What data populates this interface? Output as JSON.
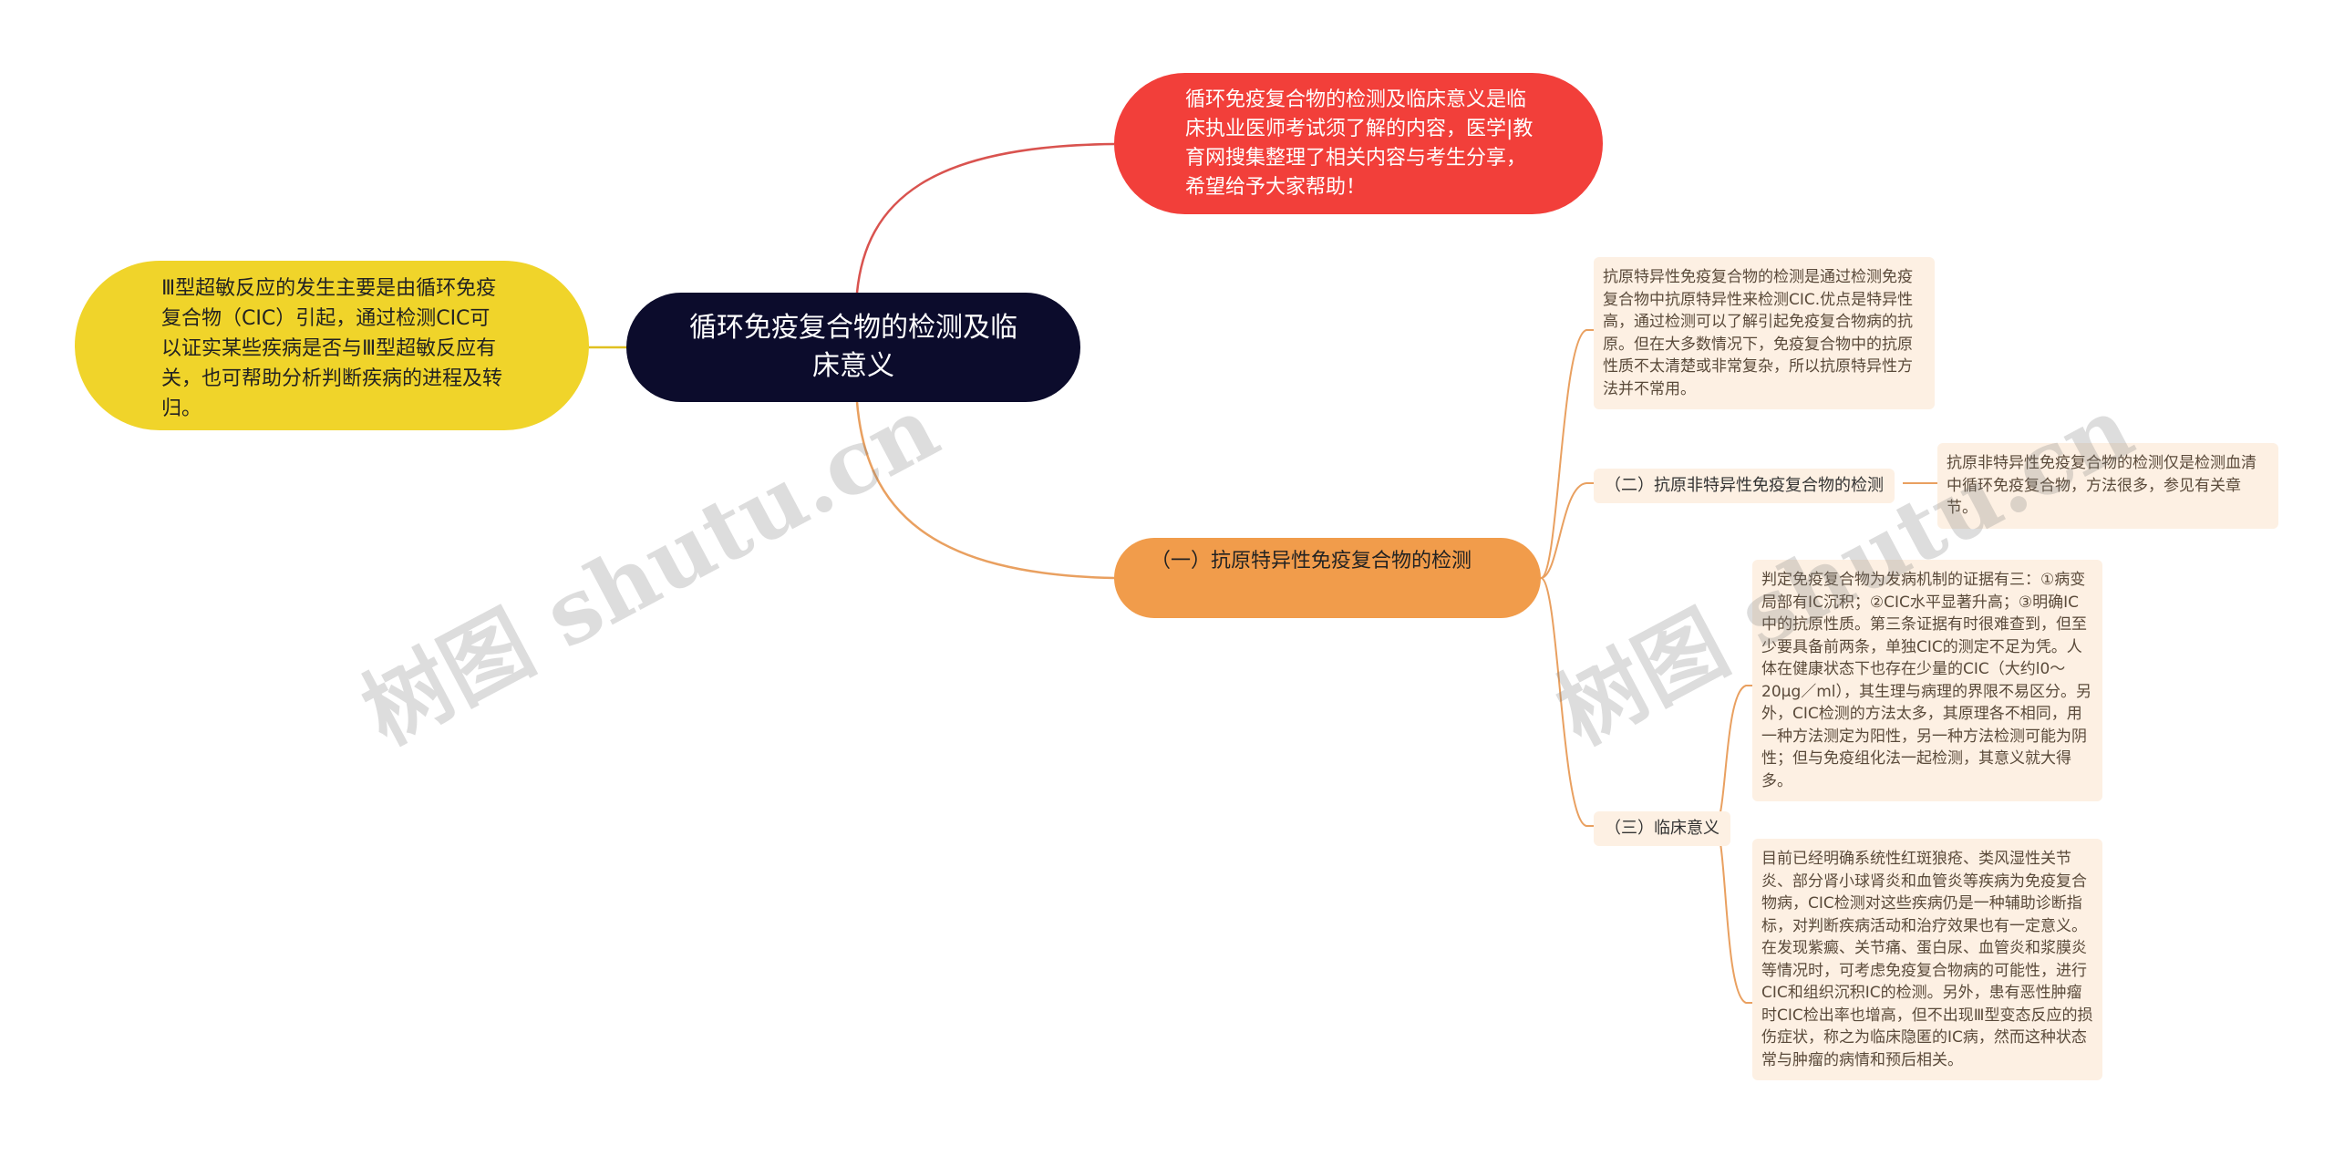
{
  "central": {
    "text": "循环免疫复合物的检测及临床意义"
  },
  "intro": {
    "text": "循环免疫复合物的检测及临床意义是临床执业医师考试须了解的内容，医学|教育网搜集整理了相关内容与考生分享，希望给予大家帮助！"
  },
  "left_note": {
    "text": "Ⅲ型超敏反应的发生主要是由循环免疫复合物（CIC）引起，通过检测CIC可以证实某些疾病是否与Ⅲ型超敏反应有关，也可帮助分析判断疾病的进程及转归。"
  },
  "branch": {
    "text": "（一）抗原特异性免疫复合物的检测"
  },
  "specific_desc": {
    "text": "抗原特异性免疫复合物的检测是通过检测免疫复合物中抗原特异性来检测CIC.优点是特异性高，通过检测可以了解引起免疫复合物病的抗原。但在大多数情况下，免疫复合物中的抗原性质不太清楚或非常复杂，所以抗原特异性方法并不常用。"
  },
  "nonspecific": {
    "label": "（二）抗原非特异性免疫复合物的检测",
    "desc": "抗原非特异性免疫复合物的检测仅是检测血清中循环免疫复合物，方法很多，参见有关章节。"
  },
  "clinical": {
    "label": "（三）临床意义",
    "desc1": "判定免疫复合物为发病机制的证据有三：①病变局部有IC沉积；②CIC水平显著升高；③明确IC中的抗原性质。第三条证据有时很难查到，但至少要具备前两条，单独CIC的测定不足为凭。人体在健康状态下也存在少量的CIC（大约l0～20μg／ml），其生理与病理的界限不易区分。另外，CIC检测的方法太多，其原理各不相同，用一种方法测定为阳性，另一种方法检测可能为阴性；但与免疫组化法一起检测，其意义就大得多。",
    "desc2": "目前已经明确系统性红斑狼疮、类风湿性关节炎、部分肾小球肾炎和血管炎等疾病为免疫复合物病，CIC检测对这些疾病仍是一种辅助诊断指标，对判断疾病活动和治疗效果也有一定意义。在发现紫癜、关节痛、蛋白尿、血管炎和浆膜炎等情况时，可考虑免疫复合物病的可能性，进行CIC和组织沉积IC的检测。另外，患有恶性肿瘤时CIC检出率也增高，但不出现Ⅲ型变态反应的损伤症状，称之为临床隐匿的IC病，然而这种状态常与肿瘤的病情和预后相关。"
  },
  "watermarks": [
    "树图 shutu.cn",
    "树图 shutu.cn"
  ],
  "colors": {
    "central": "#0c0c2c",
    "intro": "#f23f3a",
    "left_note": "#f0d42a",
    "branch": "#f19c4b",
    "leaf": "#fdf0e3",
    "link_red": "#d9534f",
    "link_yellow": "#e0c020",
    "link_orange": "#e9a060"
  }
}
